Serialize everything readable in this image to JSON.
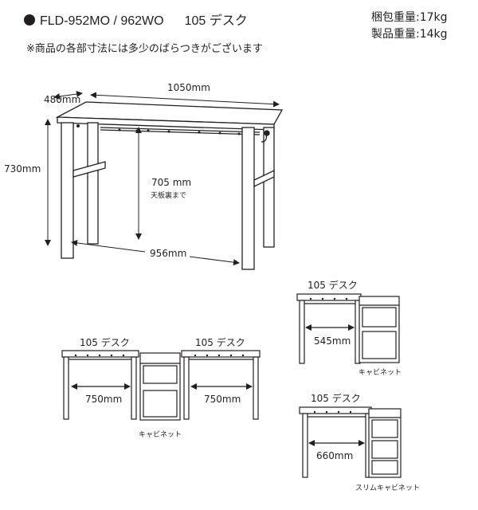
{
  "header": {
    "model": "FLD-952MO / 962WO",
    "product": "105 デスク",
    "package_weight": "梱包重量:17kg",
    "product_weight": "製品重量:14kg",
    "note": "※商品の各部寸法には多少のばらつきがございます"
  },
  "main_desk": {
    "depth": "480mm",
    "width": "1050mm",
    "height": "730mm",
    "clearance": "705 mm",
    "clearance_note": "天板裏まで",
    "leg_span": "956mm"
  },
  "layout_double": {
    "desk_left": "105 デスク",
    "desk_right": "105 デスク",
    "gap_left": "750mm",
    "gap_right": "750mm",
    "cabinet": "キャビネット"
  },
  "layout_cabinet": {
    "desk": "105 デスク",
    "gap": "545mm",
    "cabinet": "キャビネット"
  },
  "layout_slim": {
    "desk": "105 デスク",
    "gap": "660mm",
    "cabinet": "スリムキャビネット"
  }
}
